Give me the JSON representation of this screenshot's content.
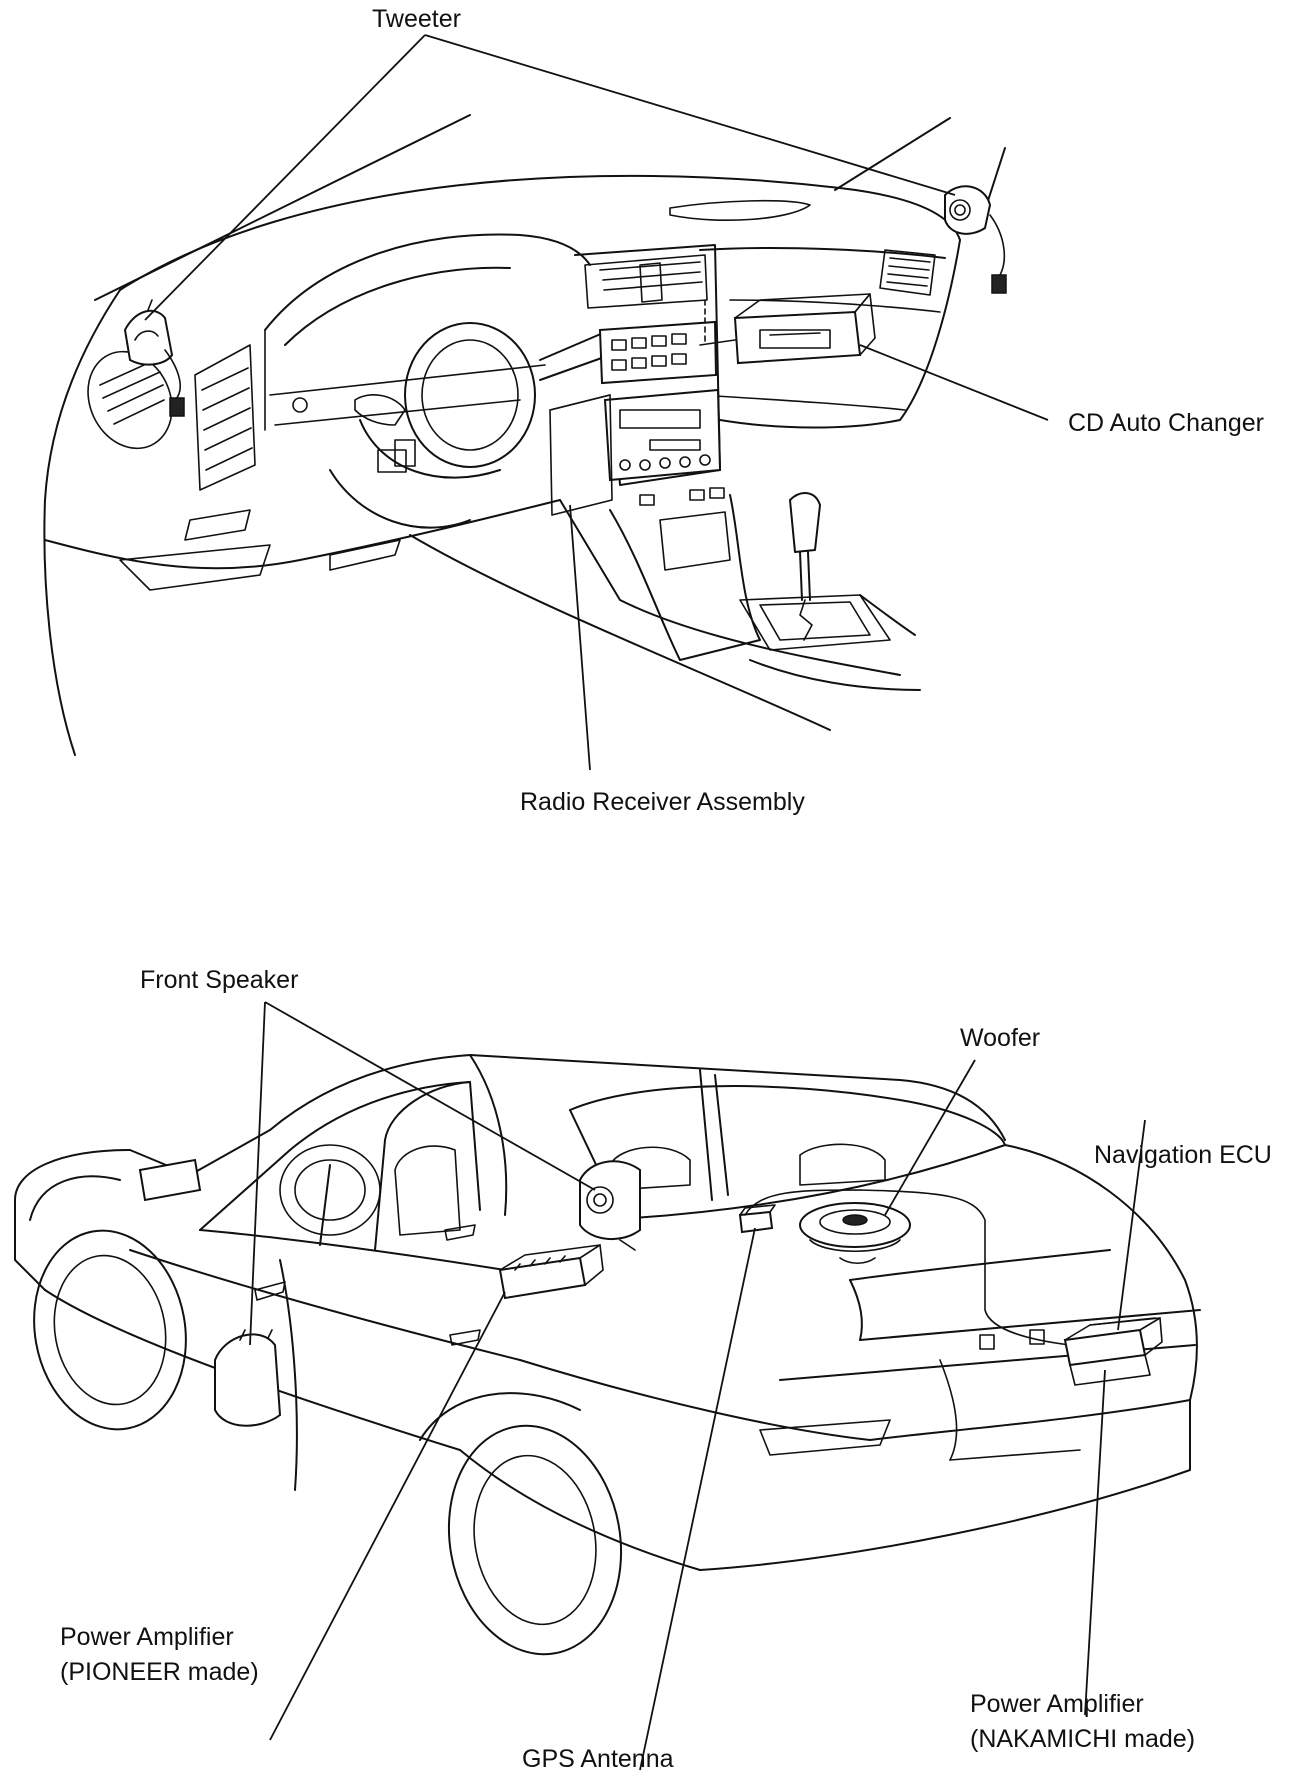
{
  "labels": {
    "tweeter": "Tweeter",
    "cd_auto_changer": "CD Auto Changer",
    "radio_receiver_assembly": "Radio Receiver Assembly",
    "front_speaker": "Front Speaker",
    "woofer": "Woofer",
    "navigation_ecu": "Navigation ECU",
    "power_amplifier_pioneer_line1": "Power Amplifier",
    "power_amplifier_pioneer_line2": "(PIONEER made)",
    "gps_antenna": "GPS Antenna",
    "power_amplifier_nakamichi_line1": "Power Amplifier",
    "power_amplifier_nakamichi_line2": "(NAKAMICHI made)"
  }
}
